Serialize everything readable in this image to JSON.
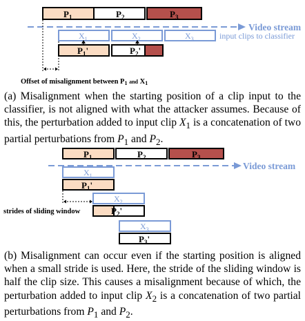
{
  "colors": {
    "peach": "#fbdcc3",
    "red": "#b5504c",
    "blue": "#7a9ad6",
    "blue_text": "#7a9ad6"
  },
  "fig_a": {
    "stream_label": "Video stream",
    "input_label": "input clips to classifier",
    "offset_label": "Offset of misalignment between P",
    "offset_sub1": "1",
    "offset_and": "and",
    "offset_x": "X",
    "offset_sub2": "1",
    "P1": "P",
    "P1_sub": "1",
    "P2": "P",
    "P2_sub": "2",
    "P3": "P",
    "P3_sub": "3",
    "X1": "X",
    "X1_sub": "1",
    "X2": "X",
    "X2_sub": "2",
    "X3": "X",
    "X3_sub": "3",
    "P1p": "P",
    "P1p_sub": "1",
    "P1p_prime": "'",
    "P2p": "P",
    "P2p_sub": "2",
    "P2p_prime": "'"
  },
  "caption_a": {
    "prefix": "(a) Misalignment when the starting position of a clip input to the classifier, is not aligned with what the attacker assumes. Because of this, the perturbation added to input clip ",
    "var_x": "X",
    "sub_x": "1",
    "middle": " is a concatenation of two partial perturbations from ",
    "var_p1": "P",
    "sub_p1": "1",
    "and": " and ",
    "var_p2": "P",
    "sub_p2": "2",
    "end": "."
  },
  "fig_b": {
    "stream_label": "Video stream",
    "stride_label": "strides of sliding window",
    "P1": "P",
    "P1_sub": "1",
    "P2": "P",
    "P2_sub": "2",
    "P3": "P",
    "P3_sub": "3",
    "X1": "X",
    "X1_sub": "1",
    "X2": "X",
    "X2_sub": "2",
    "X3": "X",
    "X3_sub": "3",
    "P1p": "P",
    "P1p_sub": "1",
    "P1p_prime": "'",
    "P2p": "P",
    "P2p_sub": "2",
    "P2p_prime": "'",
    "P3p": "P",
    "P3p_sub": "3",
    "P3p_prime": "'"
  },
  "caption_b": {
    "prefix": "(b) Misalignment can occur even if the starting position is aligned when a small stride is used. Here, the stride of the sliding window is half the clip size. This causes a misalignment because of which, the perturbation added to input clip ",
    "var_x": "X",
    "sub_x": "2",
    "middle": " is a concatenation of two partial perturbations from ",
    "var_p1": "P",
    "sub_p1": "1",
    "and": " and ",
    "var_p2": "P",
    "sub_p2": "2",
    "end": "."
  }
}
